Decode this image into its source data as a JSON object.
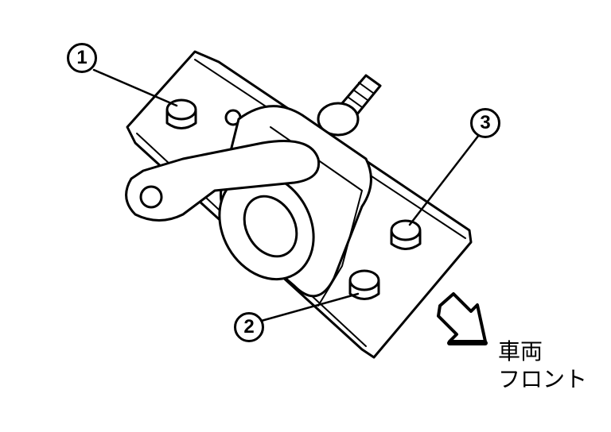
{
  "callouts": {
    "one": "1",
    "two": "2",
    "three": "3"
  },
  "direction_label": {
    "line1": "車両",
    "line2": "フロント"
  }
}
